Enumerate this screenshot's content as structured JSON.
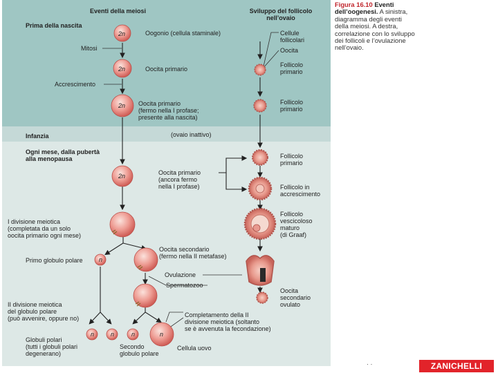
{
  "caption": {
    "fig_label": "Figura 16.10",
    "title": "Eventi dell’oogenesi.",
    "body": "A sinistra, diagramma degli eventi della meiosi. A destra, correlazione con lo sviluppo dei follicoli e l’ovulazione nell’ovaio."
  },
  "headers": {
    "meiosis": "Eventi della meiosi",
    "follicle": "Sviluppo del follicolo\nnell’ovaio"
  },
  "periods": {
    "before_birth": "Prima della nascita",
    "childhood": "Infanzia",
    "monthly": "Ogni mese, dalla pubertà\nalla menopausa"
  },
  "labels": {
    "oogonio": "Oogonio (cellula staminale)",
    "mitosi": "Mitosi",
    "oocita_primario": "Oocita primario",
    "accrescimento": "Accrescimento",
    "oocita_primario_fermo": "Oocita primario\n(fermo nella I profase;\npresente alla nascita)",
    "ovaio_inattivo": "(ovaio inattivo)",
    "oocita_primario_ancora": "Oocita primario\n(ancora fermo\nnella I profase)",
    "prima_divisione": "I divisione meiotica\n(completata da un solo\noocita primario ogni mese)",
    "oocita_secondario": "Oocita secondario\n(fermo nella II metafase)",
    "primo_globulo": "Primo globulo polare",
    "ovulazione": "Ovulazione",
    "spermatozoo": "Spermatozoo",
    "seconda_divisione_polare": "II divisione meiotica\ndel globulo polare\n(può avvenire, oppure no)",
    "completamento": "Completamento della II\ndivisione meiotica (soltanto\nse è avvenuta la fecondazione)",
    "globuli_polari": "Globuli polari\n(tutti i globuli polari\ndegenerano)",
    "secondo_globulo": "Secondo\nglobulo polare",
    "cellula_uovo": "Cellula uovo"
  },
  "follicle_labels": {
    "cellule_follicolari": "Cellule\nfollicolari",
    "oocita": "Oocita",
    "follicolo_primario_1": "Follicolo\nprimario",
    "follicolo_primario_2": "Follicolo\nprimario",
    "follicolo_primario_3": "Follicolo\nprimario",
    "follicolo_accrescimento": "Follicolo in\naccrescimento",
    "follicolo_maturo": "Follicolo\nvescicoloso\nmaturo\n(di Graaf)",
    "oocita_ovulato": "Oocita\nsecondario\novulato"
  },
  "cell_labels": {
    "diploid": "2n",
    "haploid": "n"
  },
  "footer": {
    "dots": "· ·",
    "publisher": "ZANICHELLI"
  },
  "colors": {
    "band_top": "#9fc6c3",
    "band_mid": "#c5d9d7",
    "band_bot": "#dde8e6",
    "cell_fill": "#e9918a",
    "cell_edge": "#c9514e",
    "accent_red": "#c0262d",
    "publisher_red": "#e2232a"
  }
}
